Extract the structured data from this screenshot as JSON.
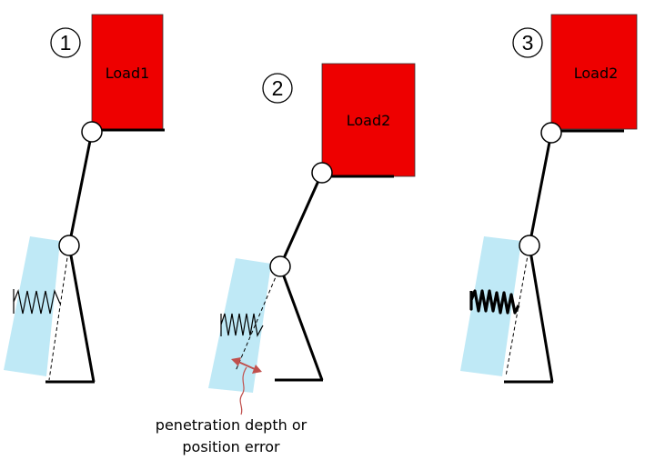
{
  "panels": [
    {
      "number": "1",
      "load_label": "Load1"
    },
    {
      "number": "2",
      "load_label": "Load2"
    },
    {
      "number": "3",
      "load_label": "Load2"
    }
  ],
  "annotation": {
    "line1": "penetration depth or",
    "line2": "position error"
  },
  "colors": {
    "load": "#ee0000",
    "soft_region": "#bfe9f6",
    "arrow": "#c0504d",
    "stroke": "#000000"
  }
}
